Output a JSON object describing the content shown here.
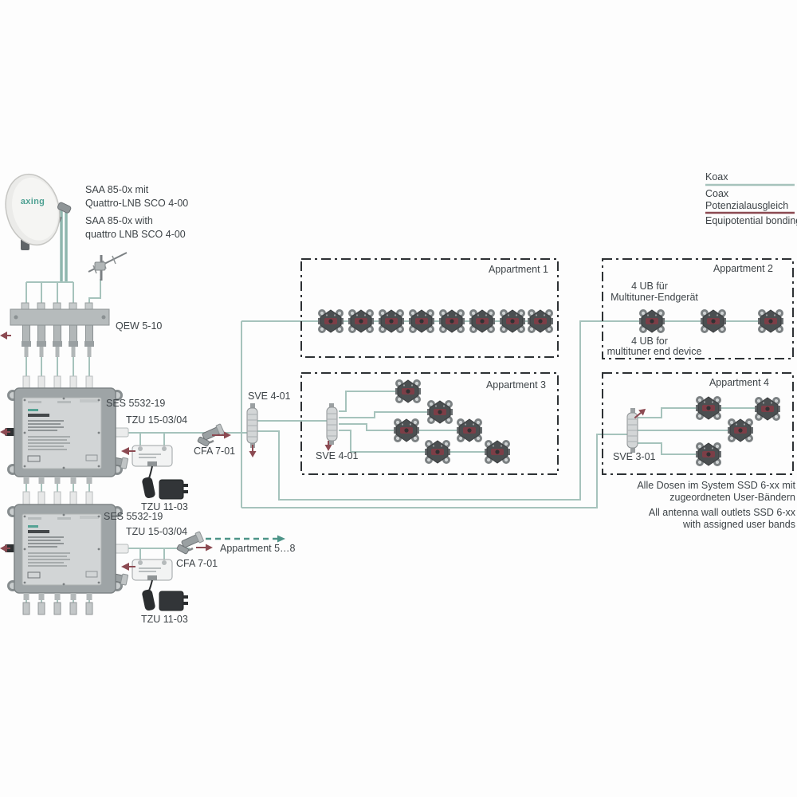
{
  "diagram_title": "Satellite multiswitch distribution diagram",
  "colors": {
    "coax_line": "#a6c3bc",
    "bond_line": "#8c4a52",
    "text": "#3d4347",
    "dashed_arrow": "#4d9488"
  },
  "dish": {
    "logo": "axing",
    "lines": {
      "de1": "SAA 85-0x mit",
      "de2": "Quattro-LNB SCO 4-00",
      "en1": "SAA 85-0x with",
      "en2": "quattro LNB SCO 4-00"
    }
  },
  "devices": {
    "qew": "QEW 5-10",
    "ses1": "SES 5532-19",
    "ses2": "SES 5532-19",
    "tzu15_1": "TZU 15-03/04",
    "tzu15_2": "TZU 15-03/04",
    "tzu11_1": "TZU 11-03",
    "tzu11_2": "TZU 11-03",
    "cfa1": "CFA 7-01",
    "cfa2": "CFA 7-01",
    "sve_main": "SVE 4-01",
    "sve_apt3": "SVE 4-01",
    "sve_apt4": "SVE 3-01"
  },
  "apartments": {
    "apt1": {
      "label": "Appartment 1",
      "outlets": 8
    },
    "apt2": {
      "label": "Appartment 2",
      "outlets": 3,
      "note_de1": "4 UB für",
      "note_de2": "Multituner-Endgerät",
      "note_en1": "4 UB for",
      "note_en2": "multituner end device"
    },
    "apt3": {
      "label": "Appartment 3",
      "outlets": 6
    },
    "apt4": {
      "label": "Appartment 4",
      "outlets": 4
    },
    "more": {
      "label": "Appartment 5…8"
    }
  },
  "legend": {
    "koax_de": "Koax",
    "koax_en": "Coax",
    "bond_de": "Potenzialausgleich",
    "bond_en": "Equipotential bonding"
  },
  "notes": {
    "de1": "Alle Dosen im System SSD 6-xx mit",
    "de2": "zugeordneten User-Bändern",
    "en1": "All antenna wall outlets SSD 6-xx",
    "en2": "with assigned user bands"
  }
}
